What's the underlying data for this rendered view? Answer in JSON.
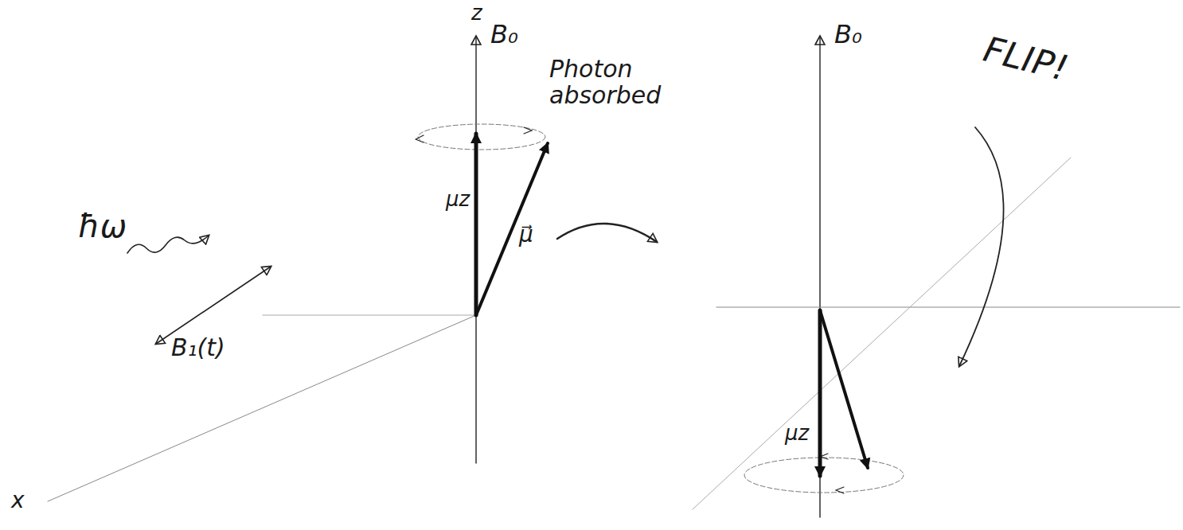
{
  "diagram": {
    "labels": [
      "z",
      "B₀",
      "ħω",
      "μz",
      "μ⃗",
      "B₁(t)",
      "x",
      "Photon absorbed",
      "B₀",
      "FLIP!",
      "μz"
    ]
  }
}
